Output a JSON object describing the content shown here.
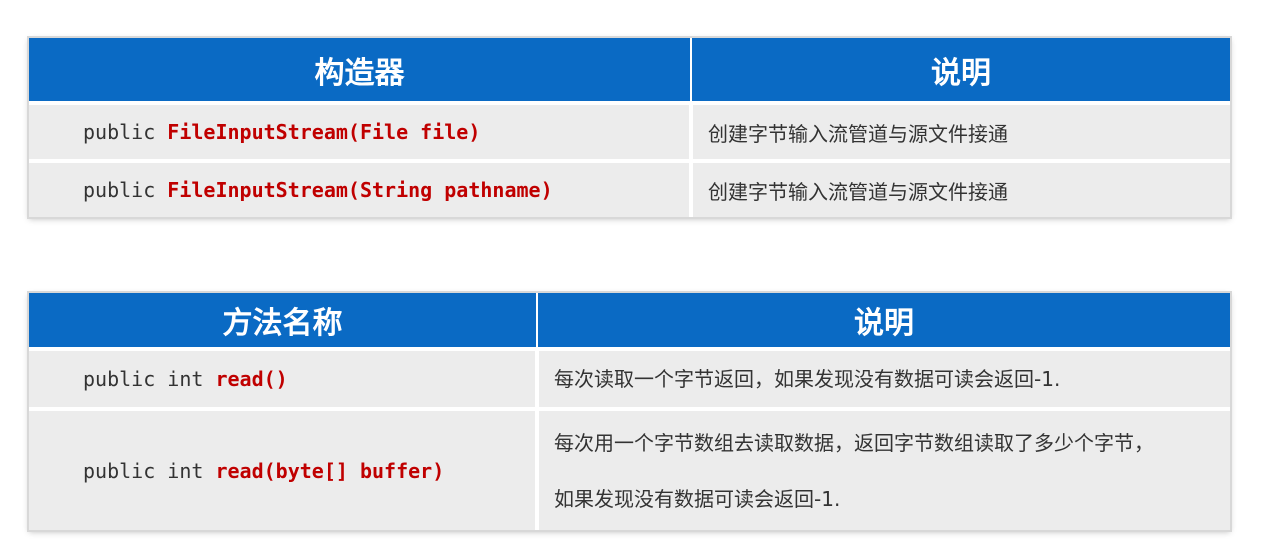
{
  "constructors_table": {
    "header": {
      "col1": "构造器",
      "col2": "说明"
    },
    "rows": [
      {
        "prefix": "public ",
        "signature": "FileInputStream(File file)",
        "description": "创建字节输入流管道与源文件接通"
      },
      {
        "prefix": "public ",
        "signature": "FileInputStream(String pathname)",
        "description": "创建字节输入流管道与源文件接通"
      }
    ]
  },
  "methods_table": {
    "header": {
      "col1": "方法名称",
      "col2": "说明"
    },
    "rows": [
      {
        "prefix": "public int ",
        "signature": "read()",
        "description": [
          "每次读取一个字节返回，如果发现没有数据可读会返回-1."
        ]
      },
      {
        "prefix": "public int ",
        "signature": "read(byte[] buffer)",
        "description": [
          "每次用一个字节数组去读取数据，返回字节数组读取了多少个字节，",
          "如果发现没有数据可读会返回-1."
        ]
      }
    ]
  },
  "colors": {
    "header_bg": "#0a6ac4",
    "header_text": "#ffffff",
    "highlight": "#c00000",
    "row_bg": "#ececec"
  }
}
